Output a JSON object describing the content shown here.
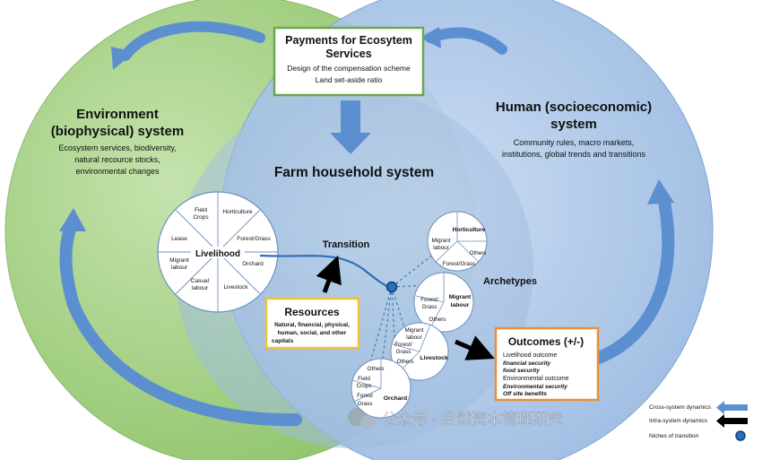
{
  "pes_box": {
    "title_line1": "Payments for Ecosytem",
    "title_line2": "Services",
    "line1": "Design of the compensation scheme",
    "line2": "Land set-aside ratio"
  },
  "environment": {
    "title_line1": "Environment",
    "title_line2": "(biophysical) system",
    "desc1": "Ecosystem services, biodiversity,",
    "desc2": "natural recource stocks,",
    "desc3": "environmental changes"
  },
  "human": {
    "title_line1": "Human (socioeconomic)",
    "title_line2": "system",
    "desc1": "Community rules, macro markets,",
    "desc2": "institutions, global trends and transitions"
  },
  "farm_title": "Farm household system",
  "transition_label": "Transition",
  "archetypes_label": "Archetypes",
  "livelihood": {
    "center": "Livelihood",
    "seg_field_1": "Field",
    "seg_field_2": "Crops",
    "seg_horti": "Horticulture",
    "seg_forest": "Forest/Grass",
    "seg_orchard": "Orchard",
    "seg_livestock": "Livestock",
    "seg_casual_1": "Casual",
    "seg_casual_2": "labour",
    "seg_migrant_1": "Migrant",
    "seg_migrant_2": "labour",
    "seg_lease": "Lease"
  },
  "resources": {
    "title": "Resources",
    "line1": "Natural, financial, physical,",
    "line2": "human, social, and other",
    "line3": "capitals"
  },
  "outcomes": {
    "title": "Outcomes (+/-)",
    "l1": "Livelihood outcome",
    "l2": "financial security",
    "l3": "food security",
    "l4": "Environmental outcome",
    "l5": "Environmental security",
    "l6": "Off site benefits"
  },
  "arch_horticulture": {
    "main": "Horticulture",
    "a": "Migrant",
    "b": "labour",
    "c": "Others",
    "d": "Forest/Grass"
  },
  "arch_migrant": {
    "main_1": "Migrant",
    "main_2": "labour",
    "a": "Forest/",
    "b": "Grass",
    "c": "Others"
  },
  "arch_livestock": {
    "main": "Livestock",
    "a": "Migrant",
    "b": "labour",
    "c": "Forest/",
    "d": "Grass",
    "e": "Others"
  },
  "arch_orchard": {
    "main": "Orchard",
    "a": "Others",
    "b": "Field",
    "c": "Crops",
    "d": "Forest",
    "e": "Grass"
  },
  "legend": {
    "cross": "Cross-system dynamics",
    "intra": "Intra-system dynamics",
    "niches": "Niches of transition"
  },
  "watermark": "公众号 · 自然资本管理研究",
  "colors": {
    "green_circle": "#9fcc7c",
    "blue_circle": "#a7c3e6",
    "arrow_blue": "#5b8fd0",
    "box_green_border": "#6aa84f",
    "box_orange_border": "#e69138",
    "box_yellow_border": "#f1c232",
    "node_blue": "#2e6fb7"
  }
}
